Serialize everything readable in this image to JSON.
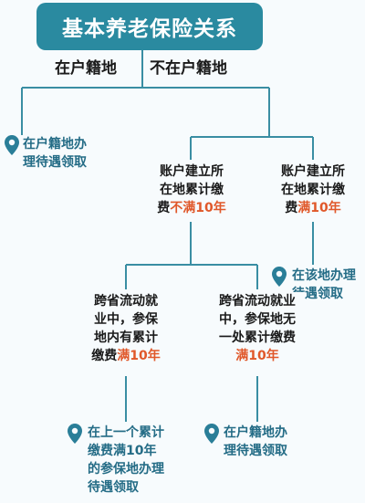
{
  "title": "基本养老保险关系",
  "branches": {
    "left": "在户籍地",
    "right": "不在户籍地"
  },
  "leaf_hometown": [
    "在户籍地办",
    "理待遇领取"
  ],
  "node_account_less": {
    "line1": "账户建立所",
    "line2": "在地累计缴",
    "prefix": "费",
    "highlight": "不满10年"
  },
  "node_account_full": {
    "line1": "账户建立所",
    "line2": "在地累计缴",
    "prefix": "费",
    "highlight": "满10年"
  },
  "leaf_local": [
    "在该地办理",
    "待遇领取"
  ],
  "node_cross_has": {
    "line1": "跨省流动就",
    "line2": "业中，参保",
    "line3": "地内有累计",
    "prefix": "缴费",
    "highlight": "满10年"
  },
  "node_cross_none": {
    "line1": "跨省流动就业",
    "line2": "中，参保地无",
    "line3": "一处累计缴费",
    "highlight": "满10年"
  },
  "leaf_last": [
    "在上一个累计",
    "缴费满10年",
    "的参保地办理",
    "待遇领取"
  ],
  "leaf_hometown2": [
    "在户籍地办",
    "理待遇领取"
  ],
  "colors": {
    "line": "#3a8ea3",
    "accent": "#e0582a",
    "title_bg": "#2a8aa0",
    "leaf_text": "#246c86"
  }
}
